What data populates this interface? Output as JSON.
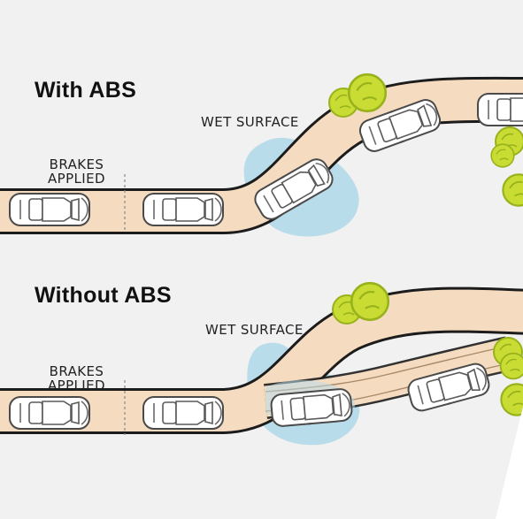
{
  "panels": [
    {
      "title": "With ABS",
      "surface_label": "WET SURFACE",
      "brakes_label_line1": "BRAKES",
      "brakes_label_line2": "APPLIED"
    },
    {
      "title": "Without ABS",
      "surface_label": "WET SURFACE",
      "brakes_label_line1": "BRAKES",
      "brakes_label_line2": "APPLIED"
    }
  ],
  "colors": {
    "background": "#f1f1f1",
    "road": "#f5dcc0",
    "road_edge": "#1c1c1c",
    "water": "#b9dcea",
    "tree": "#c8dc33",
    "tree_dark": "#98b21c",
    "car_body": "#ffffff",
    "car_line": "#4a4a4a",
    "skid_trail": "#a98968"
  },
  "icons": [
    "car-icon",
    "tree-icon",
    "wet-patch-icon"
  ]
}
